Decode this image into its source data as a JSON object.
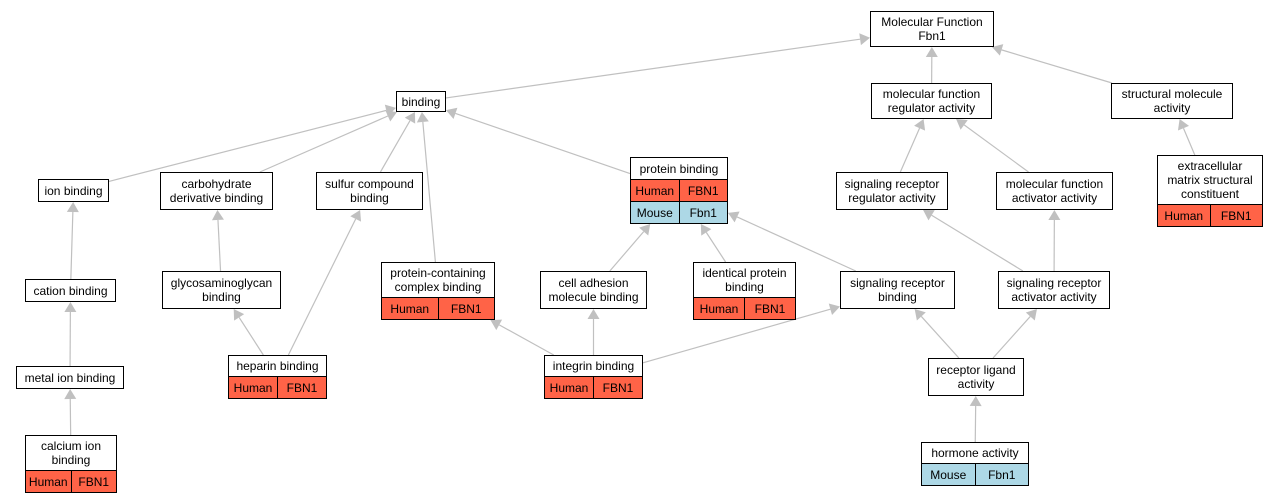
{
  "colors": {
    "human": "#ff6347",
    "mouse": "#add8e6",
    "edge": "#c0c0c0"
  },
  "nodes": {
    "mf_root": {
      "label": "Molecular Function\nFbn1",
      "orgs": []
    },
    "binding": {
      "label": "binding",
      "orgs": []
    },
    "mf_regulator": {
      "label": "molecular function\nregulator activity",
      "orgs": []
    },
    "structural_molecule": {
      "label": "structural molecule\nactivity",
      "orgs": []
    },
    "ion_binding": {
      "label": "ion binding",
      "orgs": []
    },
    "carb_derivative": {
      "label": "carbohydrate\nderivative binding",
      "orgs": []
    },
    "sulfur_compound": {
      "label": "sulfur compound\nbinding",
      "orgs": []
    },
    "protein_binding": {
      "label": "protein binding",
      "orgs": [
        {
          "species": "Human",
          "gene": "FBN1"
        },
        {
          "species": "Mouse",
          "gene": "Fbn1"
        }
      ]
    },
    "sig_receptor_regulator": {
      "label": "signaling receptor\nregulator activity",
      "orgs": []
    },
    "mf_activator": {
      "label": "molecular function\nactivator activity",
      "orgs": []
    },
    "ecm_structural": {
      "label": "extracellular\nmatrix structural\nconstituent",
      "orgs": [
        {
          "species": "Human",
          "gene": "FBN1"
        }
      ]
    },
    "cation_binding": {
      "label": "cation binding",
      "orgs": []
    },
    "gag_binding": {
      "label": "glycosaminoglycan\nbinding",
      "orgs": []
    },
    "protein_complex": {
      "label": "protein-containing\ncomplex binding",
      "orgs": [
        {
          "species": "Human",
          "gene": "FBN1"
        }
      ]
    },
    "cell_adhesion": {
      "label": "cell adhesion\nmolecule binding",
      "orgs": []
    },
    "identical_protein": {
      "label": "identical protein\nbinding",
      "orgs": [
        {
          "species": "Human",
          "gene": "FBN1"
        }
      ]
    },
    "sig_receptor_binding": {
      "label": "signaling receptor\nbinding",
      "orgs": []
    },
    "sig_receptor_activator": {
      "label": "signaling receptor\nactivator activity",
      "orgs": []
    },
    "metal_ion": {
      "label": "metal ion binding",
      "orgs": []
    },
    "heparin": {
      "label": "heparin binding",
      "orgs": [
        {
          "species": "Human",
          "gene": "FBN1"
        }
      ]
    },
    "integrin": {
      "label": "integrin binding",
      "orgs": [
        {
          "species": "Human",
          "gene": "FBN1"
        }
      ]
    },
    "receptor_ligand": {
      "label": "receptor ligand\nactivity",
      "orgs": []
    },
    "calcium_ion": {
      "label": "calcium ion\nbinding",
      "orgs": [
        {
          "species": "Human",
          "gene": "FBN1"
        }
      ]
    },
    "hormone": {
      "label": "hormone activity",
      "orgs": [
        {
          "species": "Mouse",
          "gene": "Fbn1"
        }
      ]
    }
  },
  "edges": [
    {
      "from": "binding",
      "to": "mf_root"
    },
    {
      "from": "mf_regulator",
      "to": "mf_root"
    },
    {
      "from": "structural_molecule",
      "to": "mf_root"
    },
    {
      "from": "ion_binding",
      "to": "binding"
    },
    {
      "from": "carb_derivative",
      "to": "binding"
    },
    {
      "from": "sulfur_compound",
      "to": "binding"
    },
    {
      "from": "protein_complex",
      "to": "binding"
    },
    {
      "from": "protein_binding",
      "to": "binding"
    },
    {
      "from": "sig_receptor_regulator",
      "to": "mf_regulator"
    },
    {
      "from": "mf_activator",
      "to": "mf_regulator"
    },
    {
      "from": "ecm_structural",
      "to": "structural_molecule"
    },
    {
      "from": "cation_binding",
      "to": "ion_binding"
    },
    {
      "from": "metal_ion",
      "to": "cation_binding"
    },
    {
      "from": "calcium_ion",
      "to": "metal_ion"
    },
    {
      "from": "gag_binding",
      "to": "carb_derivative"
    },
    {
      "from": "heparin",
      "to": "gag_binding"
    },
    {
      "from": "heparin",
      "to": "sulfur_compound"
    },
    {
      "from": "cell_adhesion",
      "to": "protein_binding"
    },
    {
      "from": "identical_protein",
      "to": "protein_binding"
    },
    {
      "from": "sig_receptor_binding",
      "to": "protein_binding"
    },
    {
      "from": "integrin",
      "to": "cell_adhesion"
    },
    {
      "from": "integrin",
      "to": "protein_complex"
    },
    {
      "from": "integrin",
      "to": "sig_receptor_binding"
    },
    {
      "from": "sig_receptor_activator",
      "to": "sig_receptor_regulator"
    },
    {
      "from": "sig_receptor_activator",
      "to": "mf_activator"
    },
    {
      "from": "receptor_ligand",
      "to": "sig_receptor_binding"
    },
    {
      "from": "receptor_ligand",
      "to": "sig_receptor_activator"
    },
    {
      "from": "hormone",
      "to": "receptor_ligand"
    }
  ]
}
